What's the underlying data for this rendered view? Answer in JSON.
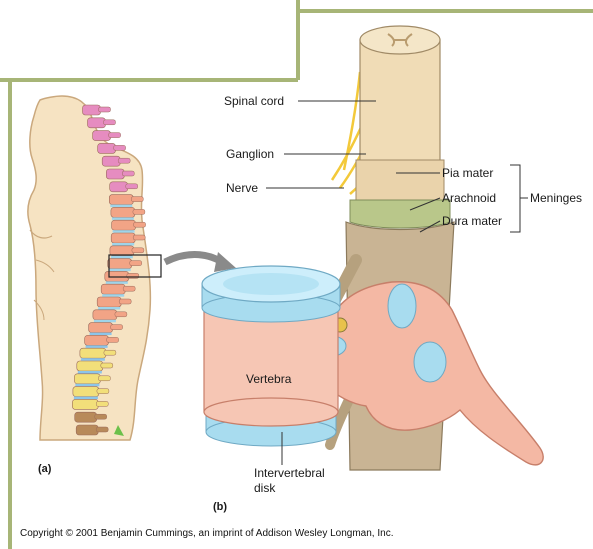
{
  "labels": {
    "spinal_cord": "Spinal cord",
    "ganglion": "Ganglion",
    "nerve": "Nerve",
    "pia_mater": "Pia mater",
    "arachnoid": "Arachnoid",
    "dura_mater": "Dura mater",
    "meninges": "Meninges",
    "vertebra": "Vertebra",
    "intervertebral_disk_line1": "Intervertebral",
    "intervertebral_disk_line2": "disk",
    "panel_a": "(a)",
    "panel_b": "(b)"
  },
  "copyright": "Copyright © 2001 Benjamin Cummings, an imprint of Addison Wesley Longman, Inc.",
  "colors": {
    "frame": "#a7b577",
    "skin": "#f6e3c2",
    "vertebra": "#f4b8a4",
    "cervical": "#e68cc0",
    "thoracic": "#f2a486",
    "lumbar_disk": "#8cc5ea",
    "sacral": "#f2df7a",
    "coccyx": "#b88a5a",
    "disk": "#a8dcef",
    "cord": "#f0dcb6",
    "nerve": "#f3c93a",
    "arachnoid": "#b9c78a",
    "dura": "#c9b494"
  }
}
